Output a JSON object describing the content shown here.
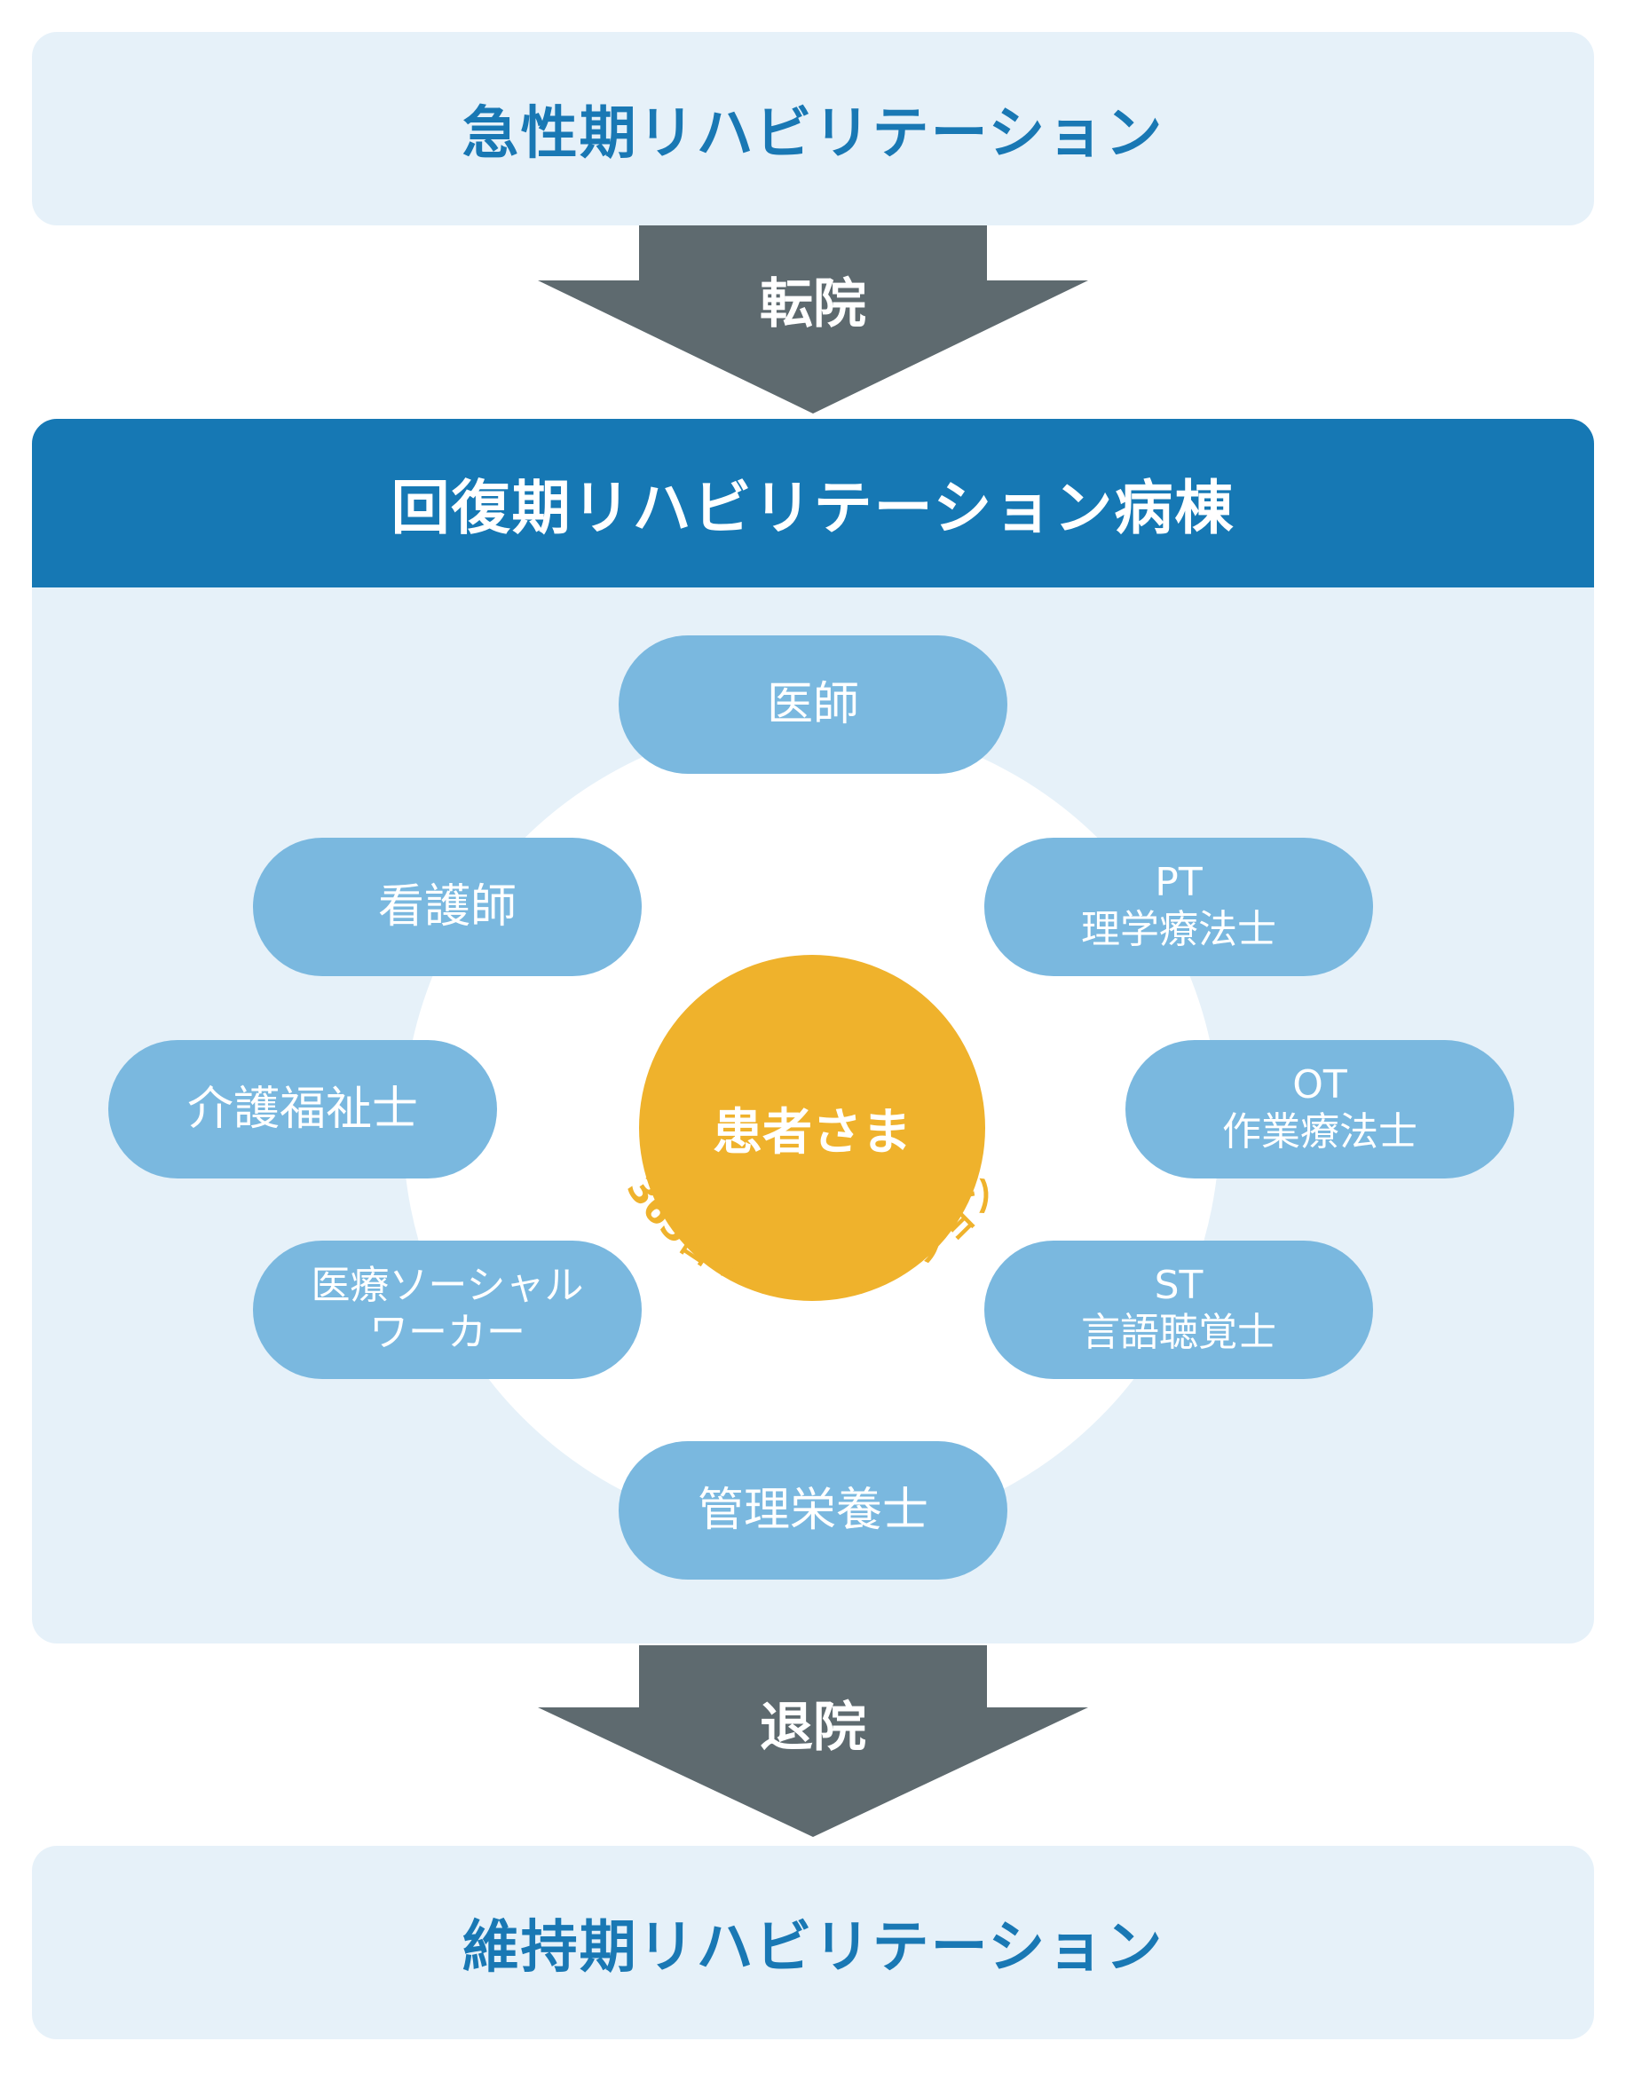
{
  "stages": {
    "acute": "急性期リハビリテーション",
    "maintenance": "維持期リハビリテーション"
  },
  "arrows": {
    "transfer": "転院",
    "discharge": "退院"
  },
  "ward": {
    "title": "回復期リハビリテーション病棟",
    "patient": "患者さま",
    "arc_label": "365日リハビリテーション",
    "roles": {
      "doctor": "医師",
      "nurse": "看護師",
      "care_worker": "介護福祉士",
      "msw_line1": "医療ソーシャル",
      "msw_line2": "ワーカー",
      "pt_code": "PT",
      "pt_title": "理学療法士",
      "ot_code": "OT",
      "ot_title": "作業療法士",
      "st_code": "ST",
      "st_title": "言語聴覚士",
      "dietitian": "管理栄養士"
    }
  },
  "colors": {
    "light_panel": "#e6f1f9",
    "header_blue": "#1678b4",
    "stage_text": "#1978b4",
    "arrow_gray": "#5e6a6f",
    "role_pill": "#7ab8df",
    "patient_orange": "#efb22c"
  }
}
